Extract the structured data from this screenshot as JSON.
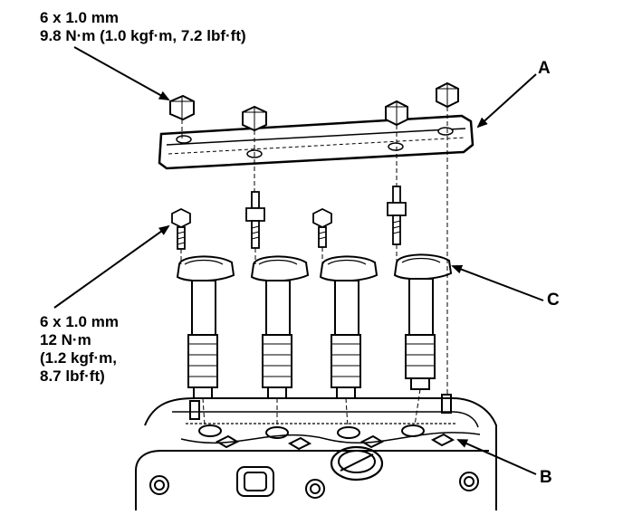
{
  "specs": {
    "top": {
      "line1": "6 x 1.0 mm",
      "line2": "9.8 N·m (1.0 kgf·m, 7.2 lbf·ft)"
    },
    "bottom": {
      "line1": "6 x 1.0 mm",
      "line2": "12 N·m",
      "line3": "(1.2 kgf·m,",
      "line4": "8.7 lbf·ft)"
    }
  },
  "callouts": {
    "a": "A",
    "b": "B",
    "c": "C"
  },
  "colors": {
    "ink": "#000000",
    "paper": "#ffffff",
    "shade": "#d9d9d9"
  }
}
